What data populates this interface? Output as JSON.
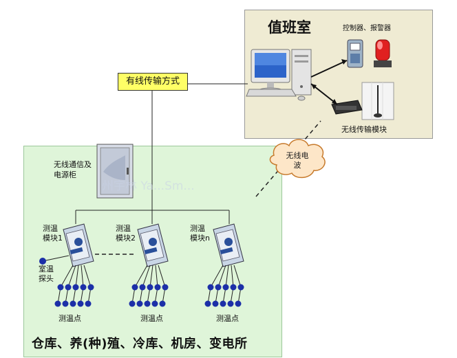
{
  "duty_room": {
    "title": "值班室",
    "controller_alarm_label": "控制器、报警器",
    "wireless_module_label": "无线传输模块"
  },
  "wired_transmission": {
    "label": "有线传输方式"
  },
  "wireless_wave": {
    "label": "无线电波"
  },
  "field": {
    "cabinet_label": "无线通信及电源柜",
    "modules": [
      {
        "label": "测温模块1"
      },
      {
        "label": "测温模块2"
      },
      {
        "label": "测温模块n"
      }
    ],
    "room_probe_label": "室温探头",
    "point_label": "测温点",
    "caption": "仓库、养(种)殖、冷库、机房、变电所"
  },
  "watermark": "州宇林 Ya...Sm...",
  "colors": {
    "field_bg": "#dff5d9",
    "duty_bg": "#efebd3",
    "wired_box": "#ffff66",
    "probe_dot": "#1c2fa8",
    "alarm_red": "#e02020"
  }
}
